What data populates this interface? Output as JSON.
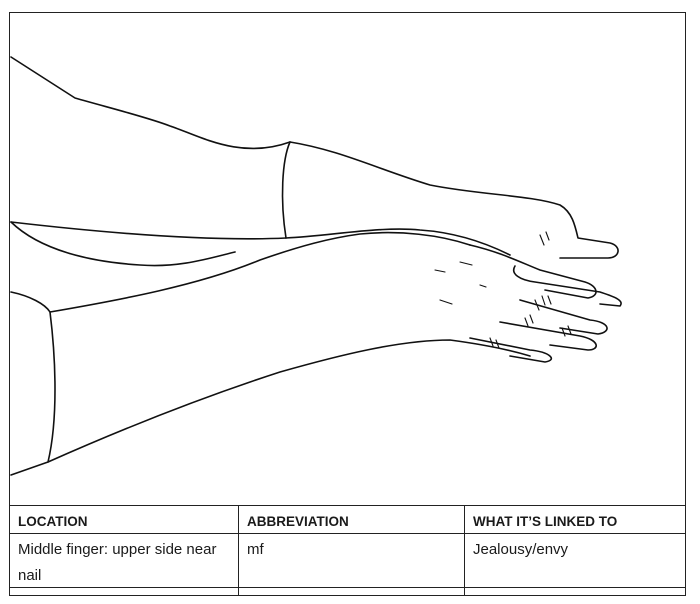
{
  "table": {
    "headers": [
      "LOCATION",
      "ABBREVIATION",
      "WHAT IT’S LINKED TO"
    ],
    "rows": [
      {
        "location": "Middle finger: upper side near nail",
        "abbreviation": "mf",
        "linked_to": "Jealousy/envy"
      }
    ]
  }
}
